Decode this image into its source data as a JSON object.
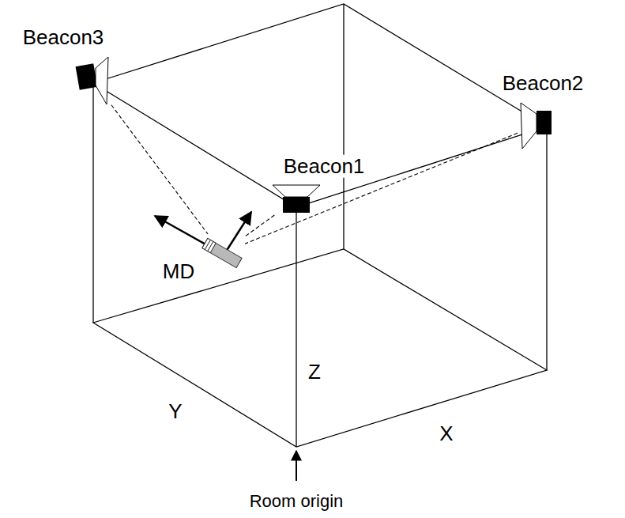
{
  "diagram": {
    "nodes": [
      {
        "text": [
          "Beacon3"
        ]
      },
      {
        "text": [
          "Beacon2"
        ]
      },
      {
        "text": [
          "Beacon1"
        ]
      },
      {
        "text": [
          "MD"
        ]
      }
    ],
    "edges": [
      {
        "from": 0,
        "to": 3,
        "arrow": "none"
      },
      {
        "from": 1,
        "to": 3,
        "arrow": "none"
      },
      {
        "from": 2,
        "to": 3,
        "arrow": "none"
      }
    ],
    "labels": [
      "Z",
      "Y",
      "X",
      "Room origin"
    ]
  }
}
